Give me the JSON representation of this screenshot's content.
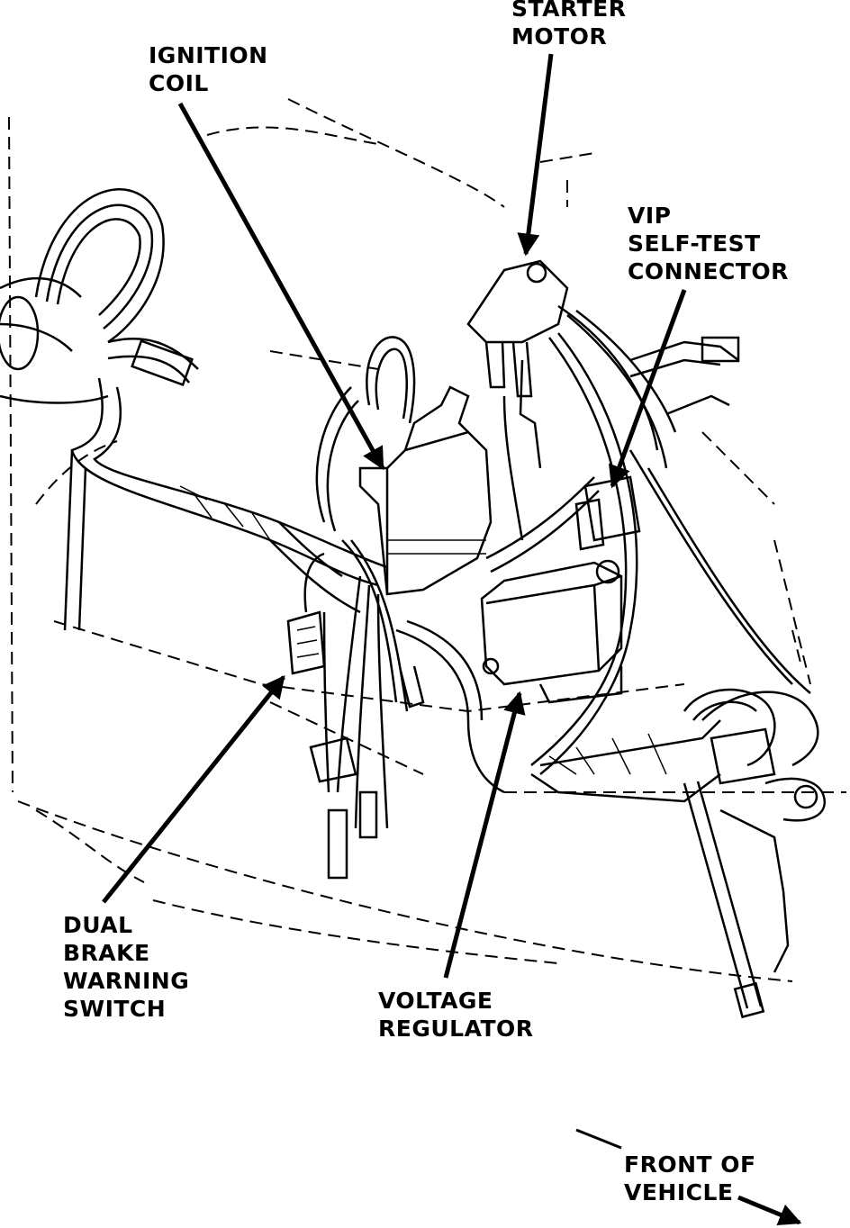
{
  "diagram": {
    "labels": {
      "starter_motor": [
        "STARTER",
        "MOTOR"
      ],
      "ignition_coil": [
        "IGNITION",
        "COIL"
      ],
      "vip_connector": [
        "VIP",
        "SELF-TEST",
        "CONNECTOR"
      ],
      "dual_brake": [
        "DUAL",
        "BRAKE",
        "WARNING",
        "SWITCH"
      ],
      "voltage_regulator": [
        "VOLTAGE",
        "REGULATOR"
      ],
      "front_of_vehicle": [
        "FRONT OF",
        "VEHICLE"
      ]
    },
    "colors": {
      "ink": "#000000",
      "paper": "#ffffff"
    }
  }
}
